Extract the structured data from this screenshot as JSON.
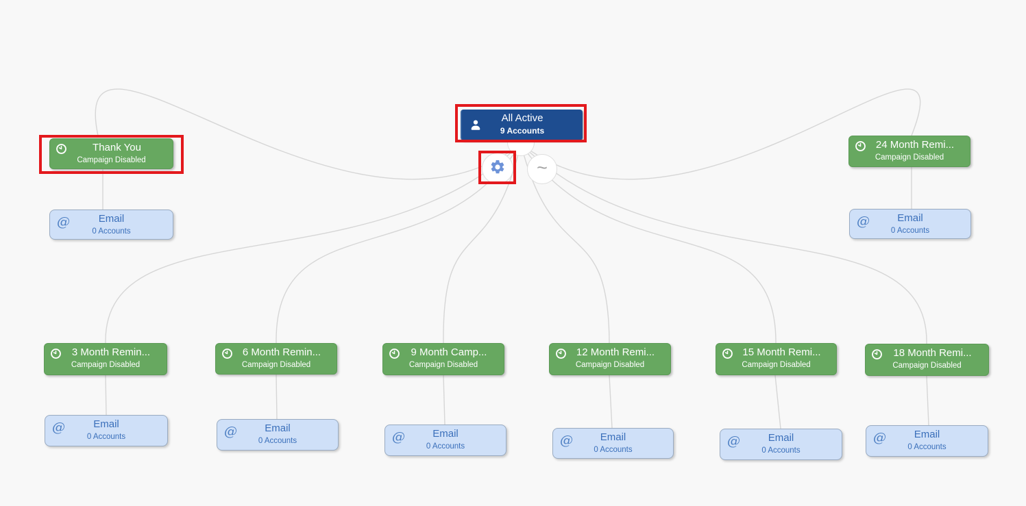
{
  "app": {
    "background_color": "#f8f8f8",
    "connector_color": "#d6d6d6",
    "highlight_color": "#e3191d"
  },
  "root_node": {
    "title": "All Active",
    "subtitle": "9 Accounts",
    "color": "#1e4d90",
    "highlighted": true
  },
  "action_buttons": {
    "settings": {
      "icon": "gear-icon",
      "color": "#6d92d8",
      "highlighted": true
    },
    "wave": {
      "glyph": "~"
    }
  },
  "icons": {
    "at_glyph": "@",
    "tilde_glyph": "~"
  },
  "node_colors": {
    "campaign_fill": "#67a860",
    "campaign_border": "#5b9a55",
    "email_fill": "#cfe0f8",
    "email_border": "#99abc2",
    "email_text": "#3a6fba"
  },
  "campaigns": [
    {
      "title": "Thank You",
      "subtitle": "Campaign Disabled",
      "highlighted": true,
      "email": {
        "title": "Email",
        "subtitle": "0 Accounts"
      }
    },
    {
      "title": "24 Month Remi...",
      "subtitle": "Campaign Disabled",
      "highlighted": false,
      "email": {
        "title": "Email",
        "subtitle": "0 Accounts"
      }
    },
    {
      "title": "3 Month Remin...",
      "subtitle": "Campaign Disabled",
      "highlighted": false,
      "email": {
        "title": "Email",
        "subtitle": "0 Accounts"
      }
    },
    {
      "title": "6 Month Remin...",
      "subtitle": "Campaign Disabled",
      "highlighted": false,
      "email": {
        "title": "Email",
        "subtitle": "0 Accounts"
      }
    },
    {
      "title": "9 Month Camp...",
      "subtitle": "Campaign Disabled",
      "highlighted": false,
      "email": {
        "title": "Email",
        "subtitle": "0 Accounts"
      }
    },
    {
      "title": "12 Month Remi...",
      "subtitle": "Campaign Disabled",
      "highlighted": false,
      "email": {
        "title": "Email",
        "subtitle": "0 Accounts"
      }
    },
    {
      "title": "15 Month Remi...",
      "subtitle": "Campaign Disabled",
      "highlighted": false,
      "email": {
        "title": "Email",
        "subtitle": "0 Accounts"
      }
    },
    {
      "title": "18 Month Remi...",
      "subtitle": "Campaign Disabled",
      "highlighted": false,
      "email": {
        "title": "Email",
        "subtitle": "0 Accounts"
      }
    }
  ]
}
